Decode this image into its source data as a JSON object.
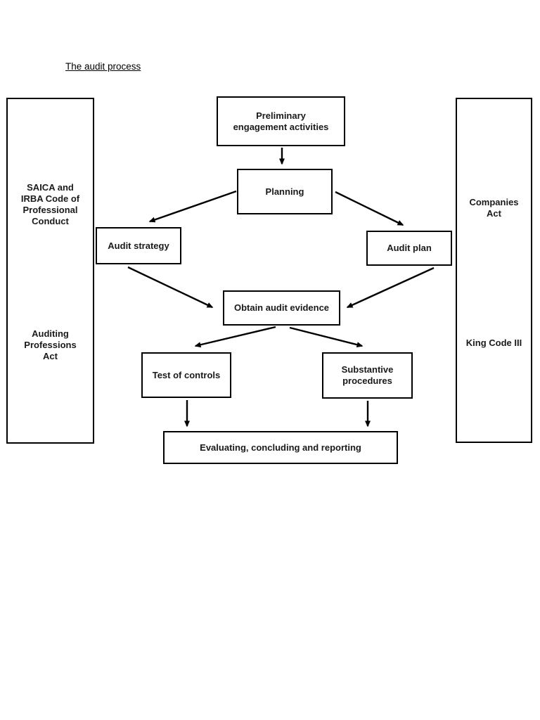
{
  "title": "The audit process",
  "left_panel": {
    "top_label": "SAICA and\nIRBA Code of\nProfessional\nConduct",
    "bottom_label": "Auditing\nProfessions\nAct"
  },
  "right_panel": {
    "top_label": "Companies\nAct",
    "bottom_label": "King Code III"
  },
  "flow": {
    "preliminary": "Preliminary\nengagement activities",
    "planning": "Planning",
    "audit_strategy": "Audit strategy",
    "audit_plan": "Audit plan",
    "obtain_evidence": "Obtain audit evidence",
    "test_of_controls": "Test of controls",
    "substantive_procedures": "Substantive\nprocedures",
    "evaluating": "Evaluating, concluding and reporting"
  },
  "colors": {
    "ink": "#000000",
    "paper": "#ffffff"
  }
}
